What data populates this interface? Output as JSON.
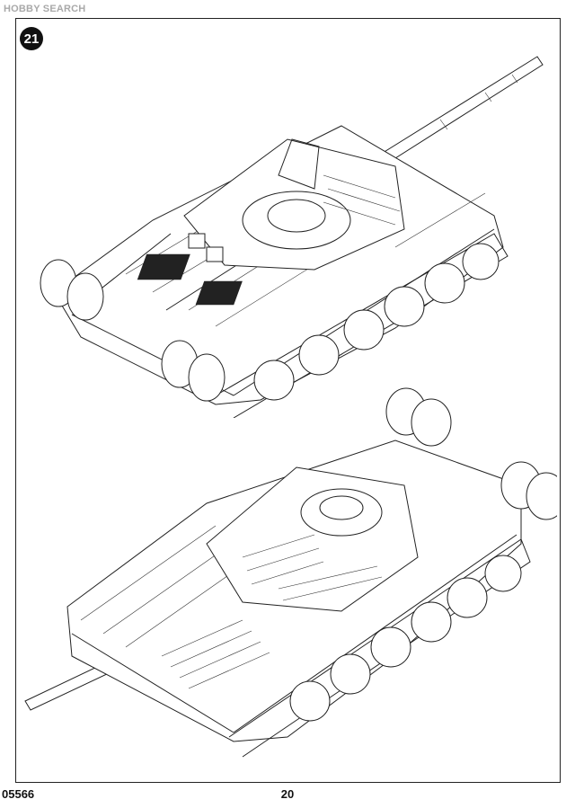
{
  "watermark": {
    "logo": "HOBBY",
    "text": "HOBBY SEARCH"
  },
  "step_number": "21",
  "footer": {
    "part_number": "05566",
    "page_number": "20"
  }
}
